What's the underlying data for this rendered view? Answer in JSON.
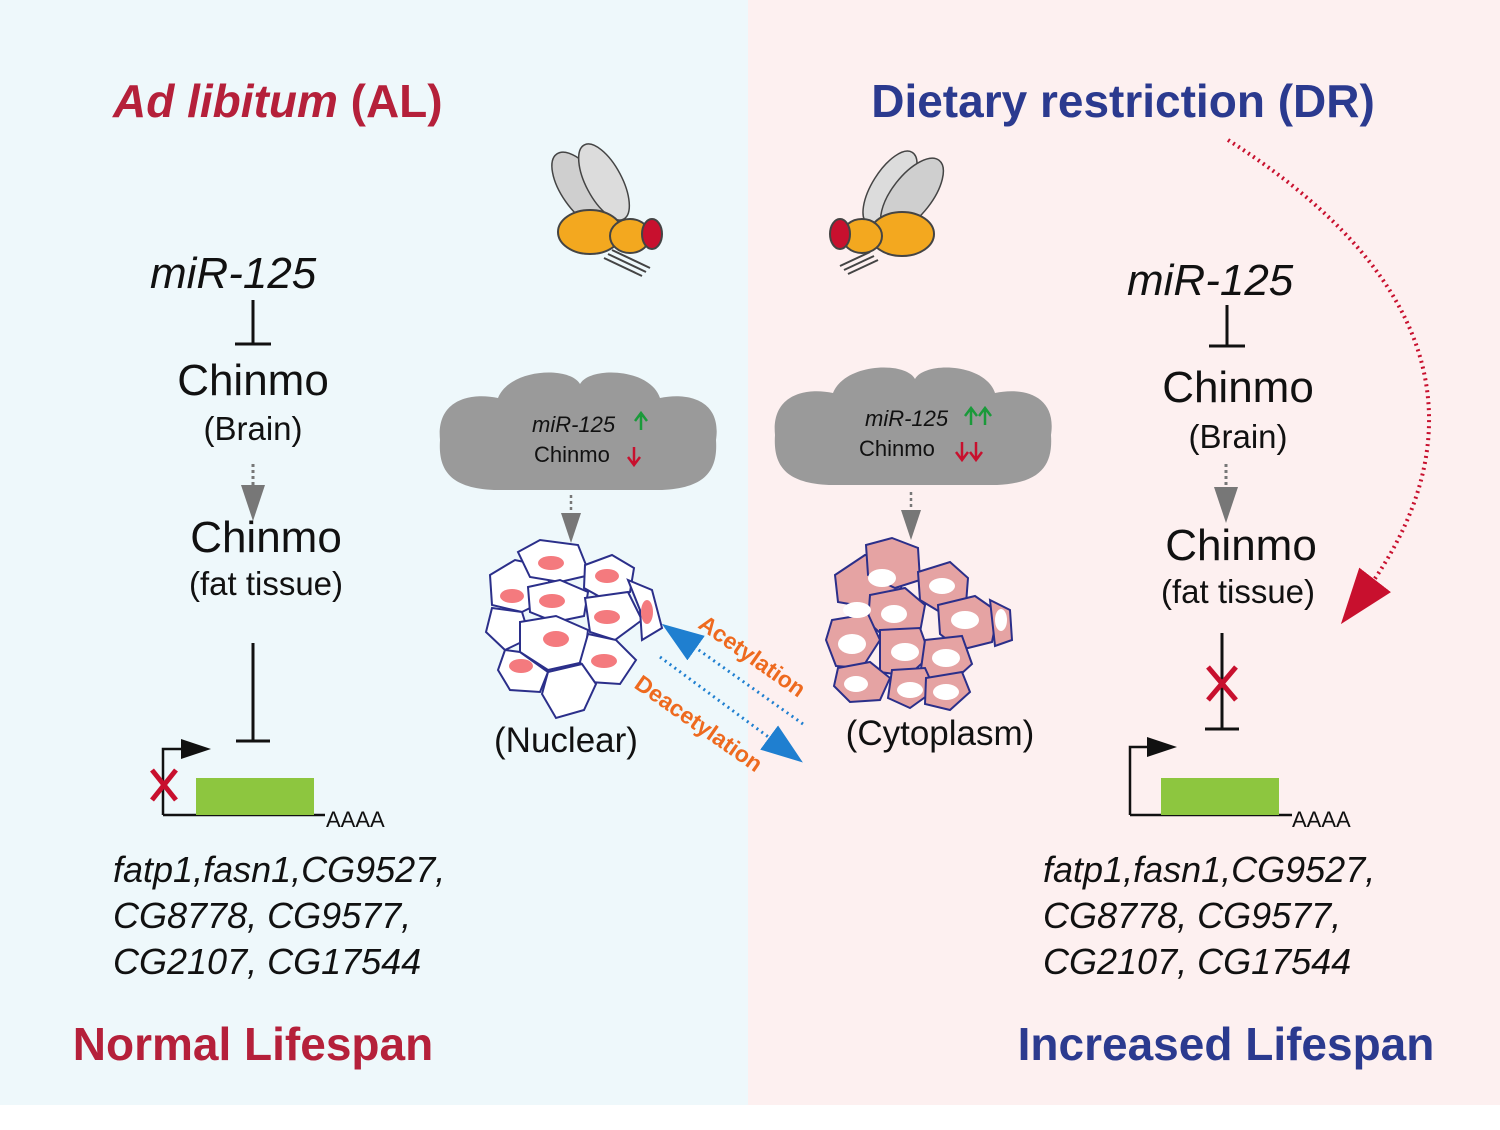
{
  "left": {
    "title_italic": "Ad libitum",
    "title_rest": " (AL)",
    "mirna": "miR-125",
    "chinmo_brain": "Chinmo",
    "brain_label": "(Brain)",
    "chinmo_fat": "Chinmo",
    "fat_label": "(fat tissue)",
    "poly_a": "AAAA",
    "genes": [
      "fatp1,fasn1,CG9527,",
      "CG8778, CG9577,",
      "CG2107, CG17544"
    ],
    "outcome": "Normal Lifespan"
  },
  "right": {
    "title": "Dietary restriction (DR)",
    "mirna": "miR-125",
    "chinmo_brain": "Chinmo",
    "brain_label": "(Brain)",
    "chinmo_fat": "Chinmo",
    "fat_label": "(fat tissue)",
    "poly_a": "AAAA",
    "genes": [
      "fatp1,fasn1,CG9527,",
      "CG8778, CG9577,",
      "CG2107, CG17544"
    ],
    "outcome": "Increased Lifespan"
  },
  "center": {
    "brain_left_mirna": "miR-125",
    "brain_left_chinmo": "Chinmo",
    "brain_right_mirna": "miR-125",
    "brain_right_chinmo": "Chinmo",
    "nuclear_label": "(Nuclear)",
    "cytoplasm_label": "(Cytoplasm)",
    "acetylation_label": "Acetylation",
    "deacetylation_label": "Deacetylation"
  },
  "colors": {
    "al_red": "#b5203a",
    "dr_blue": "#2b3a8f",
    "arrow_orange": "#ee6a1f",
    "dotted_blue": "#1f7fd0",
    "gene_green": "#8dc63f",
    "up_green": "#1a9a3a",
    "down_red": "#c8102e",
    "brain_gray": "#9a9a9a",
    "left_bg": "#eef8fb",
    "right_bg": "#fdf0f0"
  }
}
